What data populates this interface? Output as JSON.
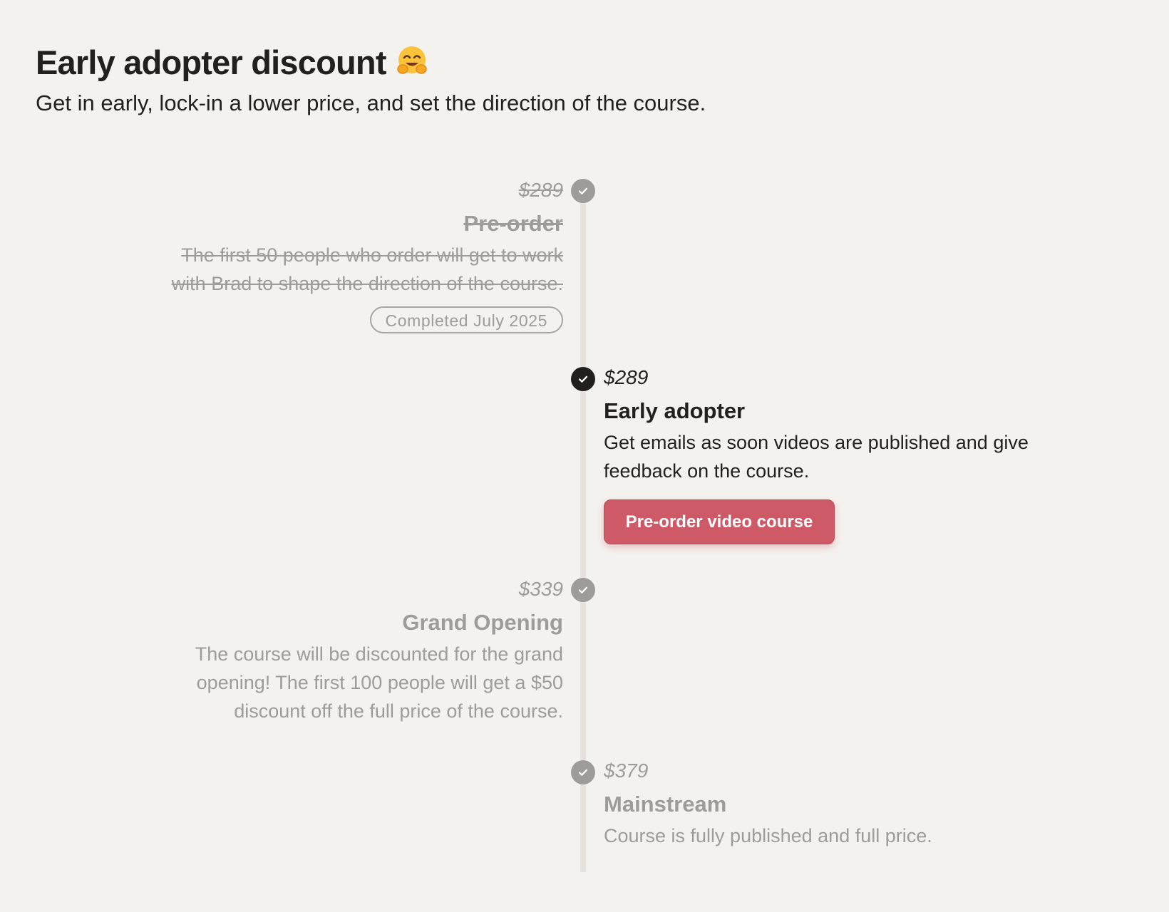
{
  "header": {
    "title": "Early adopter discount",
    "subtitle": "Get in early, lock-in a lower price, and set the direction of the course."
  },
  "timeline": {
    "steps": [
      {
        "price": "$289",
        "name": "Pre-order",
        "description": "The first 50 people who order will get to work with Brad to shape the direction of the course.",
        "badge": "Completed July 2025",
        "state": "completed",
        "side": "left"
      },
      {
        "price": "$289",
        "name": "Early adopter",
        "description": "Get emails as soon videos are published and give feedback on the course.",
        "button": "Pre-order video course",
        "state": "current",
        "side": "right"
      },
      {
        "price": "$339",
        "name": "Grand Opening",
        "description": "The course will be discounted for the grand opening! The first 100 people will get a $50 discount off the full price of the course.",
        "state": "upcoming",
        "side": "left"
      },
      {
        "price": "$379",
        "name": "Mainstream",
        "description": "Course is fully published and full price.",
        "state": "upcoming",
        "side": "right"
      }
    ]
  },
  "colors": {
    "background": "#f4f2ef",
    "text": "#231f1d",
    "muted": "#9e9b98",
    "accent": "#cd5a66",
    "rail": "#e6e3df"
  },
  "icons": {
    "title_emoji": "hugging-face-emoji",
    "step_marker": "check-circle-icon"
  }
}
